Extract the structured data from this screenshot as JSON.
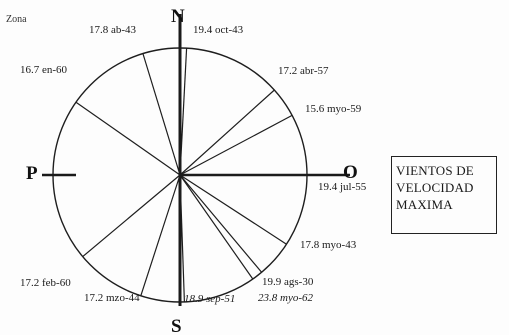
{
  "header_label": "Zona",
  "cardinal": {
    "north": "N",
    "south": "S",
    "east": "O",
    "west": "P"
  },
  "legend_lines": [
    "VIENTOS DE",
    "VELOCIDAD",
    "MAXIMA"
  ],
  "rays": [
    {
      "label": "17.8 ab-43",
      "bearing_deg": 343
    },
    {
      "label": "19.4 oct-43",
      "bearing_deg": 3
    },
    {
      "label": "17.2 abr-57",
      "bearing_deg": 48
    },
    {
      "label": "15.6 myo-59",
      "bearing_deg": 62
    },
    {
      "label": "19.4 jul-55",
      "bearing_deg": 90
    },
    {
      "label": "17.8 myo-43",
      "bearing_deg": 123
    },
    {
      "label": "19.9 ags-30",
      "bearing_deg": 140
    },
    {
      "label": "23.8 myo-62",
      "bearing_deg": 145
    },
    {
      "label": "18.9 sep-51",
      "bearing_deg": 178
    },
    {
      "label": "17.2 mzo-44",
      "bearing_deg": 198
    },
    {
      "label": "17.2 feb-60",
      "bearing_deg": 230
    },
    {
      "label": "16.7 en-60",
      "bearing_deg": 305
    }
  ]
}
